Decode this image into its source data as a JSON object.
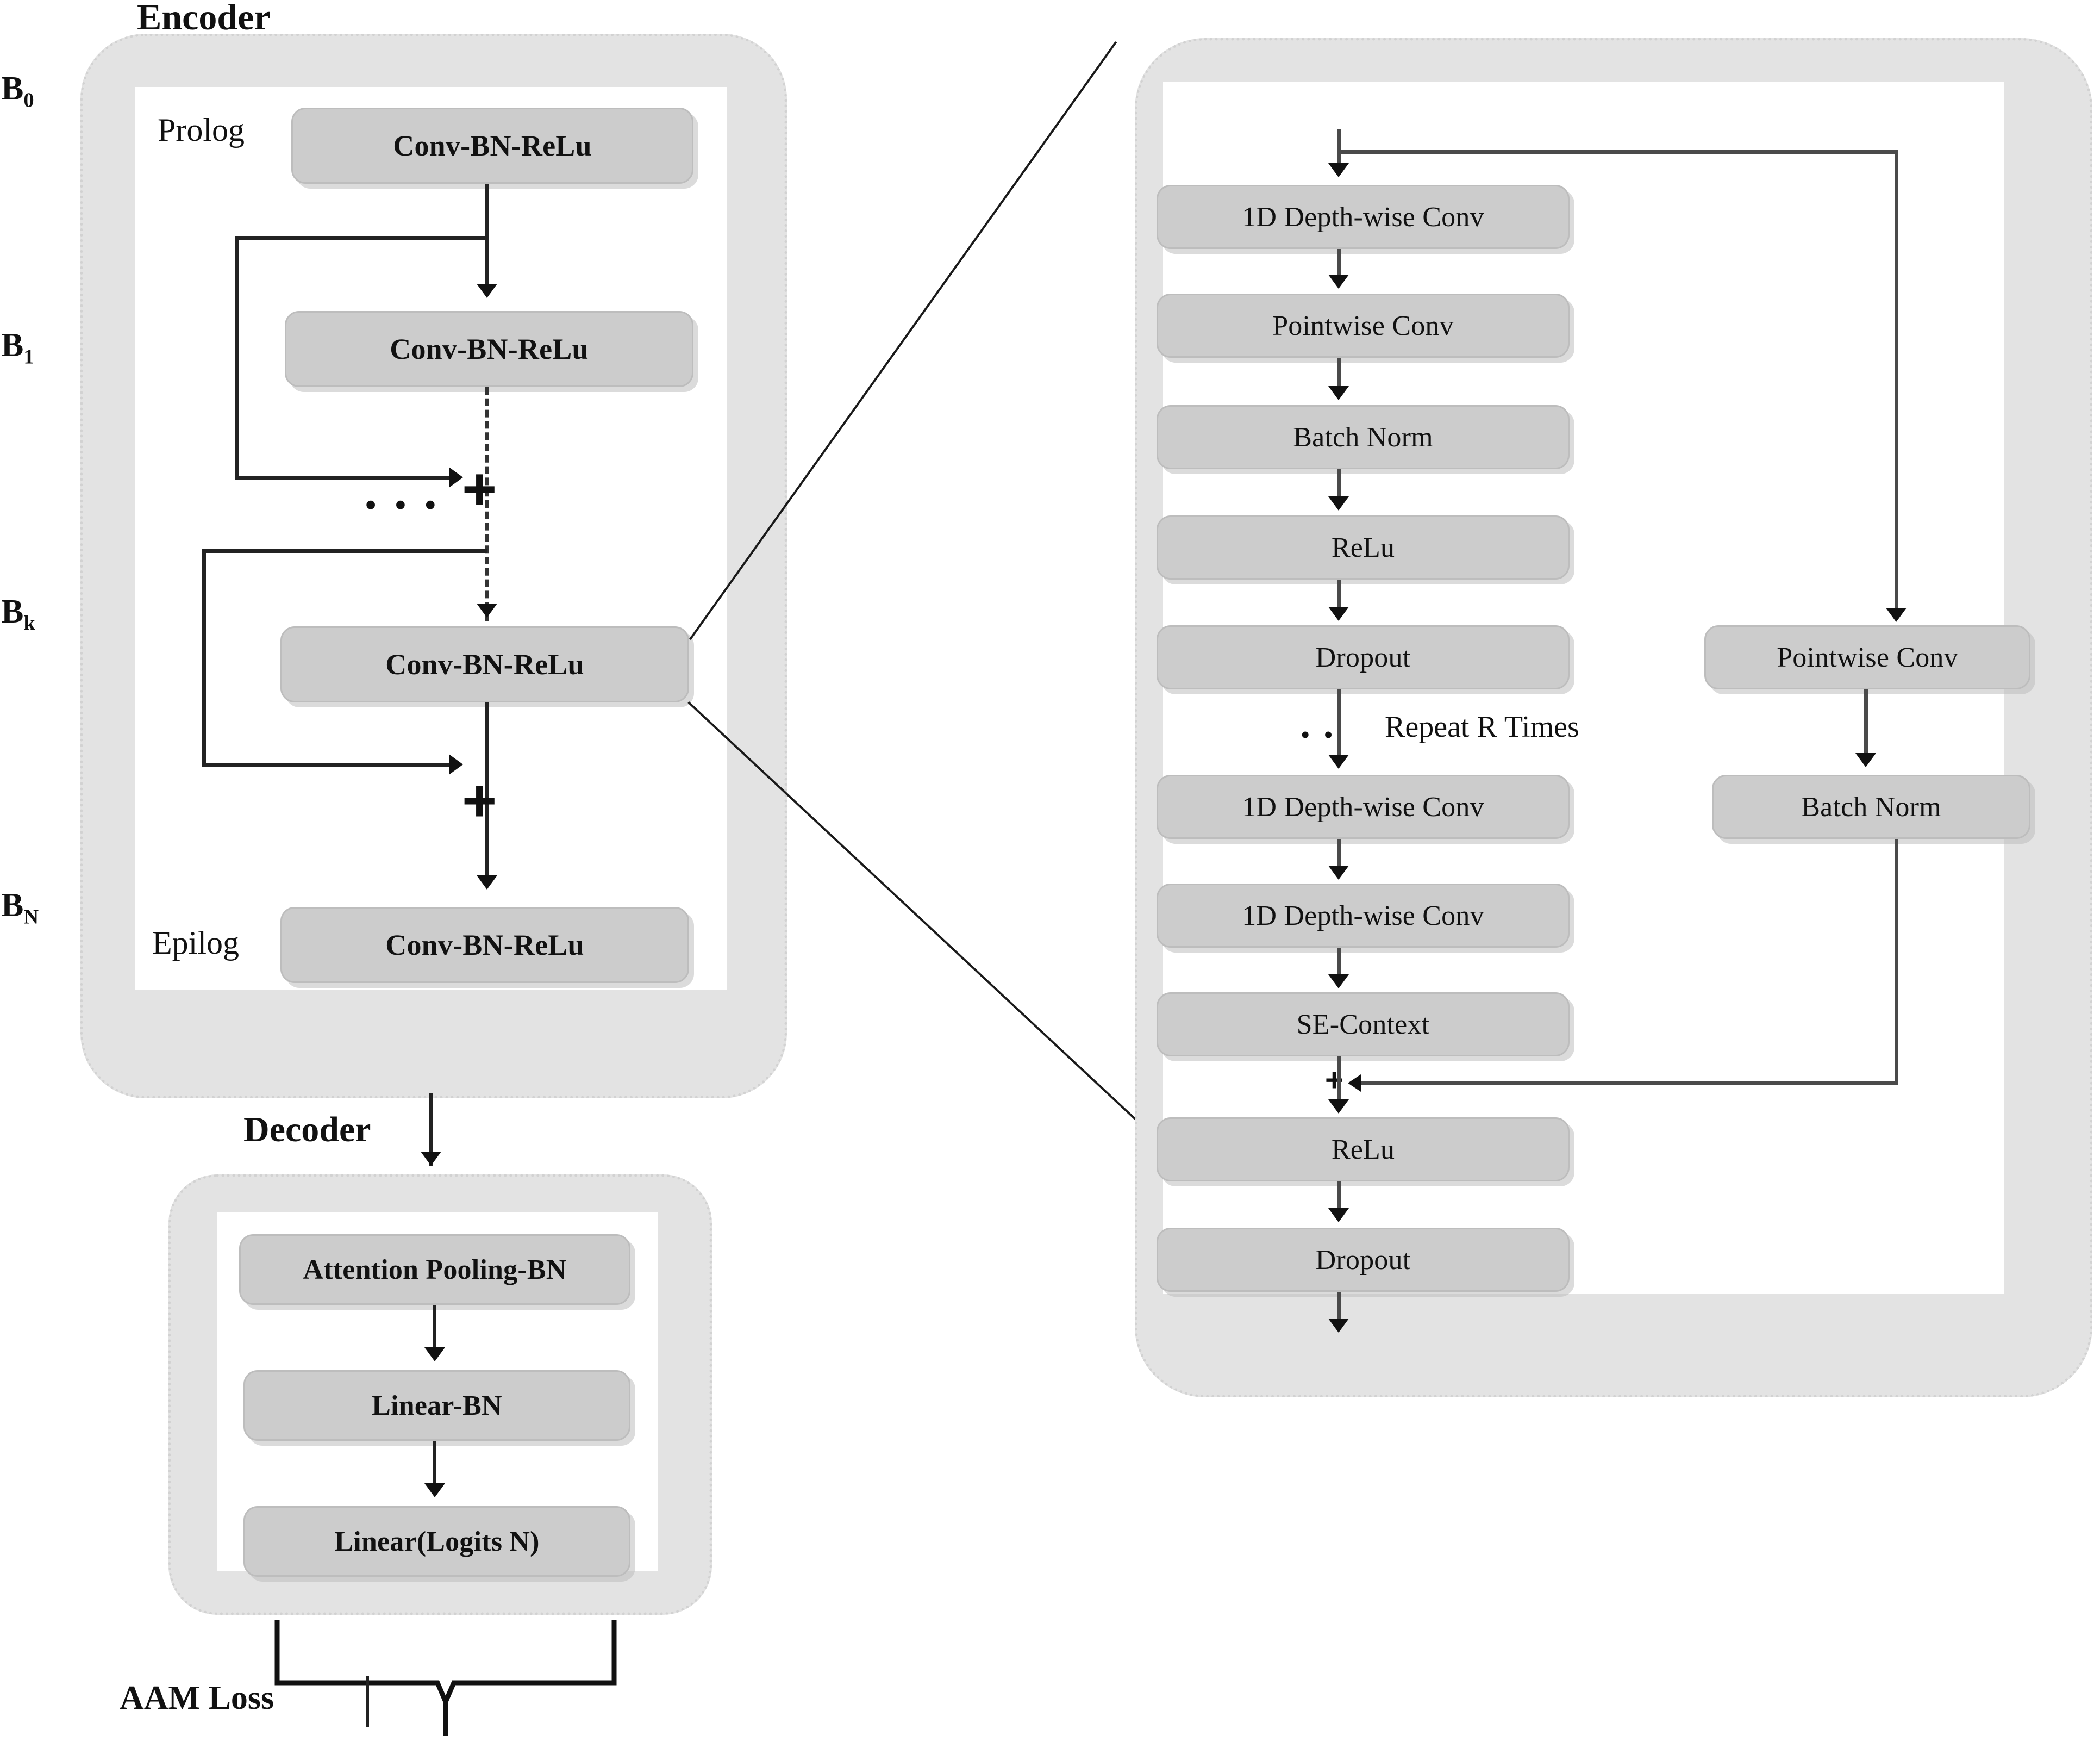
{
  "diagram": {
    "title_encoder": "Encoder",
    "title_decoder": "Decoder",
    "loss_label": "AAM Loss",
    "stage_labels": {
      "b0": "B",
      "b0_sub": "0",
      "b1": "B",
      "b1_sub": "1",
      "bk": "B",
      "bk_sub": "k",
      "bn": "B",
      "bn_sub": "N"
    },
    "encoder": {
      "prolog_label": "Prolog",
      "epilog_label": "Epilog",
      "ellipsis": "• • •",
      "plus": "+",
      "blocks": [
        {
          "id": "prolog",
          "label": "Conv-BN-ReLu"
        },
        {
          "id": "b1",
          "label": "Conv-BN-ReLu"
        },
        {
          "id": "bk",
          "label": "Conv-BN-ReLu"
        },
        {
          "id": "epilog",
          "label": "Conv-BN-ReLu"
        }
      ]
    },
    "decoder": {
      "blocks": [
        {
          "id": "attn",
          "label": "Attention Pooling-BN"
        },
        {
          "id": "lin1",
          "label": "Linear-BN"
        },
        {
          "id": "lin2",
          "label": "Linear(Logits N)"
        }
      ]
    },
    "detail": {
      "repeat_label": "Repeat R Times",
      "ellipsis": "• •",
      "merge_plus": "+",
      "main_blocks": [
        {
          "id": "dw1",
          "label": "1D Depth-wise Conv"
        },
        {
          "id": "pw1",
          "label": "Pointwise Conv"
        },
        {
          "id": "bn1",
          "label": "Batch Norm"
        },
        {
          "id": "relu1",
          "label": "ReLu"
        },
        {
          "id": "drop1",
          "label": "Dropout"
        },
        {
          "id": "dw2",
          "label": "1D Depth-wise Conv"
        },
        {
          "id": "dw3",
          "label": "1D Depth-wise Conv"
        },
        {
          "id": "se",
          "label": "SE-Context"
        },
        {
          "id": "relu2",
          "label": "ReLu"
        },
        {
          "id": "drop2",
          "label": "Dropout"
        }
      ],
      "skip_blocks": [
        {
          "id": "pw_skip",
          "label": "Pointwise Conv"
        },
        {
          "id": "bn_skip",
          "label": "Batch Norm"
        }
      ]
    },
    "colors": {
      "block_fill": "#cccccc",
      "block_border": "#bdbdbd",
      "panel_fill": "#e3e3e3",
      "panel_border": "#d2d2d2",
      "line": "#222222",
      "text": "#111111"
    }
  }
}
